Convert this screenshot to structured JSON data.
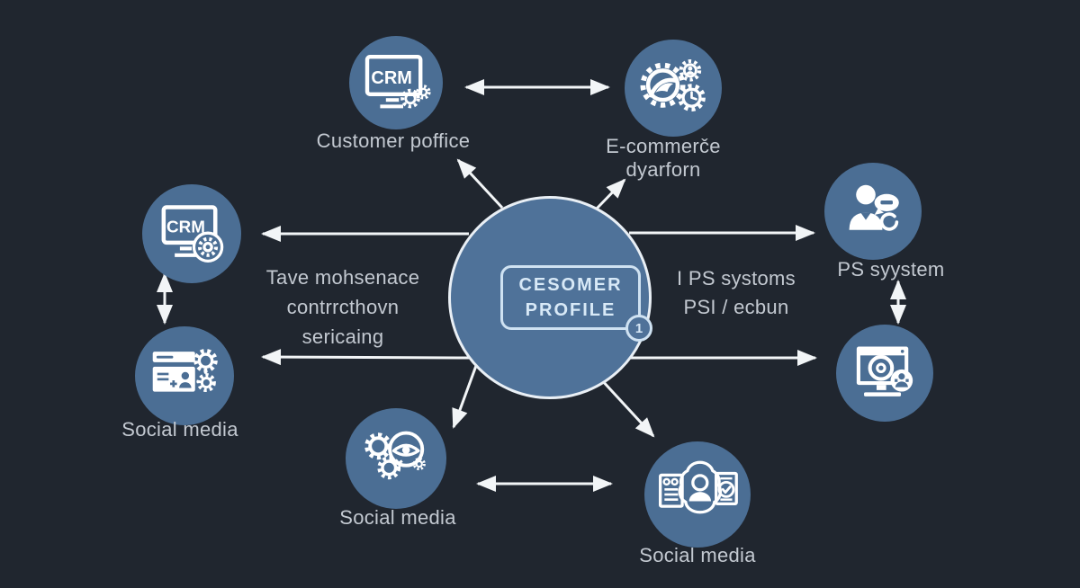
{
  "colors": {
    "bg": "#20262f",
    "node": "#4b6e94",
    "node-center": "#4f7299",
    "arrow": "#f2f5f7",
    "label": "#c3c9d1",
    "badge-stroke": "#cfe2f2",
    "badge-text": "#d8e9f7"
  },
  "center": {
    "line1": "CESOMER",
    "line2": "PROFILE",
    "badge": "1"
  },
  "icon_text": {
    "crm": "CRM"
  },
  "nodes": {
    "crm_top": {
      "label": "Customer poffice"
    },
    "ecommerce": {
      "label1": "E-commerče",
      "label2": "dyarforn"
    },
    "ps": {
      "label": "PS syystem"
    },
    "card_gears": {
      "label": "Social media"
    },
    "gears_eye": {
      "label": "Social media"
    },
    "card_person": {
      "label": "Social media"
    }
  },
  "annotations": {
    "left": [
      "Tave mohsenace",
      "contrrcthovn",
      "sericaing"
    ],
    "right": [
      "I PS systoms",
      "PSI / ecbun"
    ]
  }
}
